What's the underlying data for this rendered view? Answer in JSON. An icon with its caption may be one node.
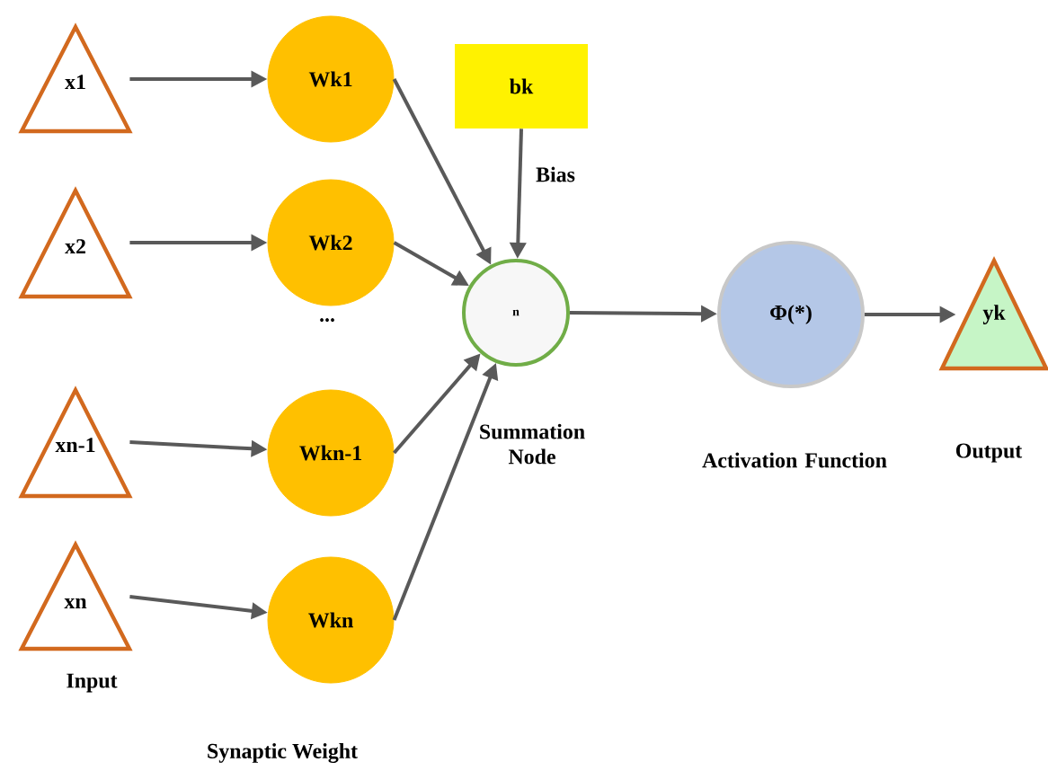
{
  "diagram": {
    "nodes": [
      {
        "text": [
          "x1"
        ]
      },
      {
        "text": [
          "x2"
        ]
      },
      {
        "text": [
          "xn-1"
        ]
      },
      {
        "text": [
          "xn"
        ]
      },
      {
        "text": [
          "Wk1"
        ]
      },
      {
        "text": [
          "Wk2"
        ]
      },
      {
        "text": [
          "Wkn-1"
        ]
      },
      {
        "text": [
          "Wkn"
        ]
      },
      {
        "text": [
          "bk"
        ],
        "beside": [
          "Bias"
        ]
      },
      {
        "text": [
          "n"
        ],
        "beside": [
          "Summation Node"
        ]
      },
      {
        "text": [
          "Φ(*)"
        ],
        "beside": [
          "Activation Function"
        ]
      },
      {
        "text": [
          "yk"
        ],
        "beside": [
          "Output"
        ]
      }
    ],
    "edges": [
      {
        "from": 0,
        "to": 4,
        "arrow": "to"
      },
      {
        "from": 1,
        "to": 5,
        "arrow": "to"
      },
      {
        "from": 2,
        "to": 6,
        "arrow": "to"
      },
      {
        "from": 3,
        "to": 7,
        "arrow": "to"
      },
      {
        "from": 4,
        "to": 9,
        "arrow": "to"
      },
      {
        "from": 5,
        "to": 9,
        "arrow": "to"
      },
      {
        "from": 6,
        "to": 9,
        "arrow": "to"
      },
      {
        "from": 7,
        "to": 9,
        "arrow": "to"
      },
      {
        "from": 8,
        "to": 9,
        "arrow": "to"
      },
      {
        "from": 9,
        "to": 10,
        "arrow": "to"
      },
      {
        "from": 10,
        "to": 11,
        "arrow": "to"
      }
    ],
    "labels": [
      "...",
      "Input",
      "Synaptic Weight"
    ]
  }
}
